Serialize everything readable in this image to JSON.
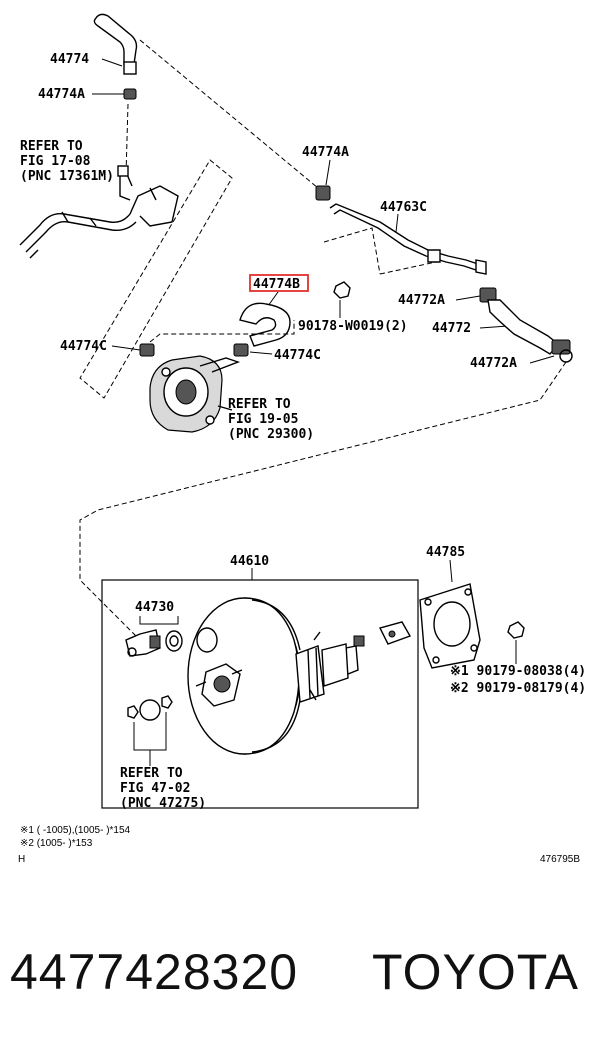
{
  "labels": {
    "l44774": "44774",
    "l44774a_top": "44774A",
    "refer_1708_line1": "REFER TO",
    "refer_1708_line2": "FIG 17-08",
    "refer_1708_line3": "(PNC 17361M)",
    "l44774a_mid": "44774A",
    "l44763c": "44763C",
    "l44774b": "44774B",
    "l90178": "90178-W0019(2)",
    "l44772a_top": "44772A",
    "l44772": "44772",
    "l44774c_left": "44774C",
    "l44774c_right": "44774C",
    "l44772a_bottom": "44772A",
    "refer_1905_line1": "REFER TO",
    "refer_1905_line2": "FIG 19-05",
    "refer_1905_line3": "(PNC 29300)",
    "l44610": "44610",
    "l44785": "44785",
    "l44730": "44730",
    "bolt1": "※1 90179-08038(4)",
    "bolt2": "※2 90179-08179(4)",
    "refer_4702_line1": "REFER TO",
    "refer_4702_line2": "FIG 47-02",
    "refer_4702_line3": "(PNC 47275)",
    "note1": "※1 (      -1005),(1005-      )*154",
    "note2": "※2 (1005-      )*153",
    "corner_mark": "H",
    "diagram_id": "476795B"
  },
  "footer": {
    "part_number": "4477428320",
    "brand": "TOYOTA"
  },
  "highlight_color": "#e0322d"
}
